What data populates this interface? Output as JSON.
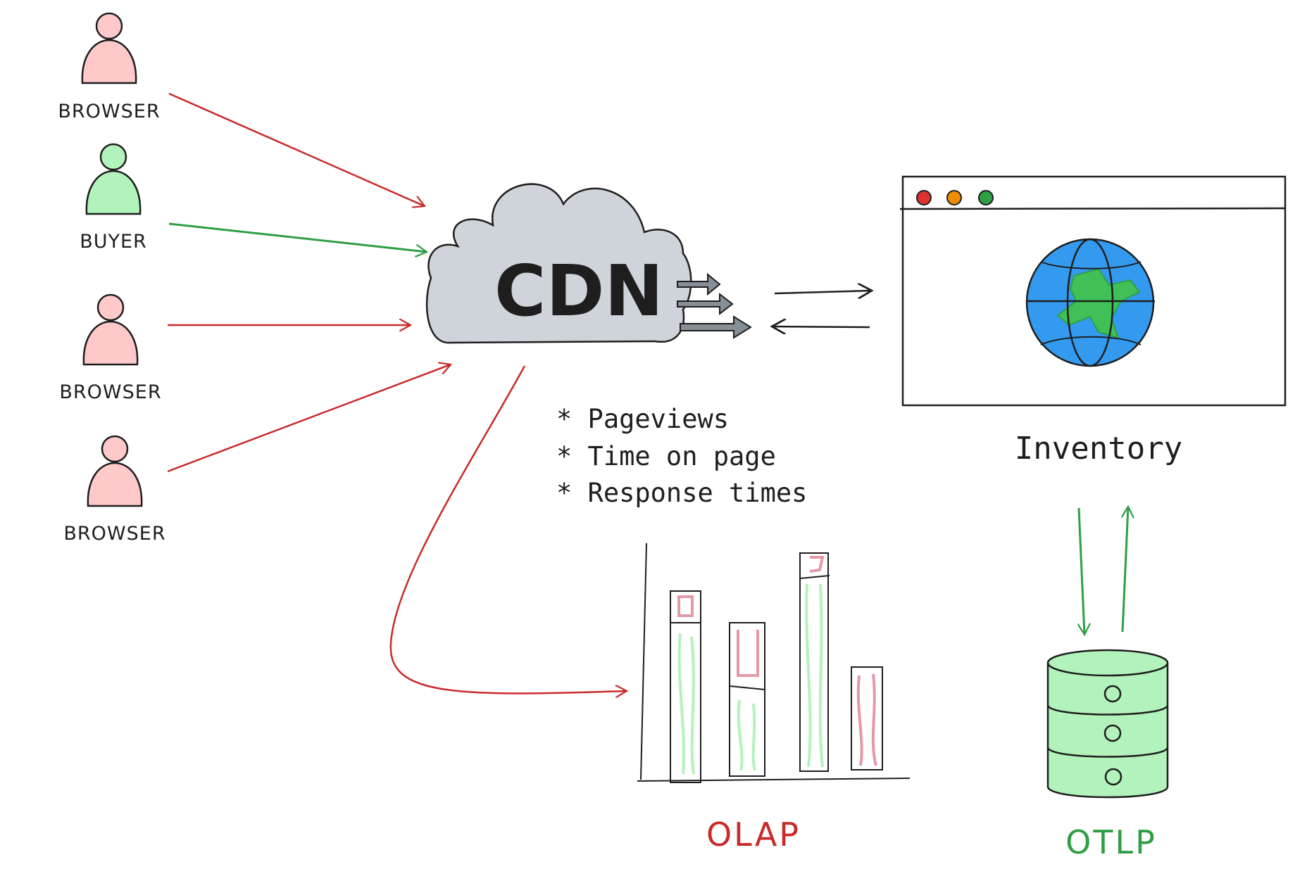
{
  "colors": {
    "red": "#c92a2a",
    "green": "#2f9e44",
    "pink_fill": "#ffc9c9",
    "green_fill": "#b2f2bb",
    "cloud_fill": "#ced4da",
    "ink": "#1e1e1e",
    "globe_blue": "#339af0",
    "globe_land": "#40c057"
  },
  "actors": [
    {
      "label": "BROWSER",
      "kind": "browser"
    },
    {
      "label": "BUYER",
      "kind": "buyer"
    },
    {
      "label": "BROWSER",
      "kind": "browser"
    },
    {
      "label": "BROWSER",
      "kind": "browser"
    }
  ],
  "cdn": {
    "label": "CDN"
  },
  "metrics": [
    "* Pageviews",
    "* Time on page",
    "* Response times"
  ],
  "inventory": {
    "label": "Inventory",
    "window_dots": [
      "#e03131",
      "#f08c00",
      "#2f9e44"
    ],
    "icon": "globe-icon"
  },
  "olap": {
    "label": "OLAP",
    "icon": "bar-chart-icon"
  },
  "otlp": {
    "label": "OTLP",
    "icon": "database-icon"
  }
}
